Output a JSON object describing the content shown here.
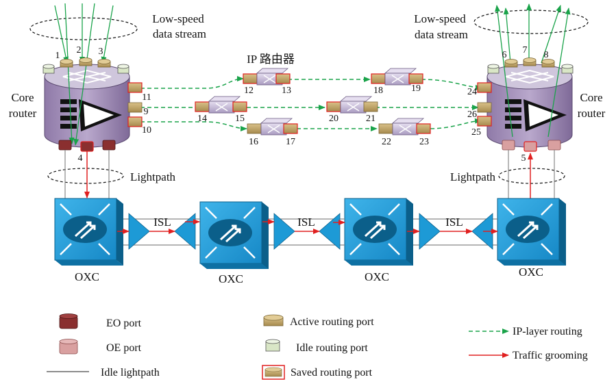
{
  "labels": {
    "low_speed_left_1": "Low-speed",
    "low_speed_left_2": "data stream",
    "low_speed_right_1": "Low-speed",
    "low_speed_right_2": "data stream",
    "core_router_left_1": "Core",
    "core_router_left_2": "router",
    "core_router_right_1": "Core",
    "core_router_right_2": "router",
    "ip_router": "IP 路由器",
    "lightpath_left": "Lightpath",
    "lightpath_right": "Lightpath",
    "isl": "ISL",
    "oxc": "OXC"
  },
  "ports": {
    "p1": "1",
    "p2": "2",
    "p3": "3",
    "p4": "4",
    "p5": "5",
    "p6": "6",
    "p7": "7",
    "p8": "8",
    "p9": "9",
    "p10": "10",
    "p11": "11",
    "p12": "12",
    "p13": "13",
    "p14": "14",
    "p15": "15",
    "p16": "16",
    "p17": "17",
    "p18": "18",
    "p19": "19",
    "p20": "20",
    "p21": "21",
    "p22": "22",
    "p23": "23",
    "p24": "24",
    "p25": "25",
    "p26": "26"
  },
  "legend": {
    "eo_port": "EO port",
    "oe_port": "OE port",
    "idle_lightpath": "Idle lightpath",
    "active_routing_port": "Active routing port",
    "idle_routing_port": "Idle routing port",
    "saved_routing_port": "Saved routing port",
    "ip_layer_routing": "IP-layer routing",
    "traffic_grooming": "Traffic grooming"
  },
  "colors": {
    "router_body": "#9c86b4",
    "router_top": "#cfc6dc",
    "active_port": "#c4a96a",
    "idle_port": "#d9e6c6",
    "eo_port": "#8a2f2f",
    "oe_port": "#d9a0a0",
    "saved_border": "#e02020",
    "ip_routing": "#1aa34a",
    "grooming": "#e02020",
    "oxc_blue": "#1d9ad6",
    "oxc_dark": "#0b5f8a"
  }
}
